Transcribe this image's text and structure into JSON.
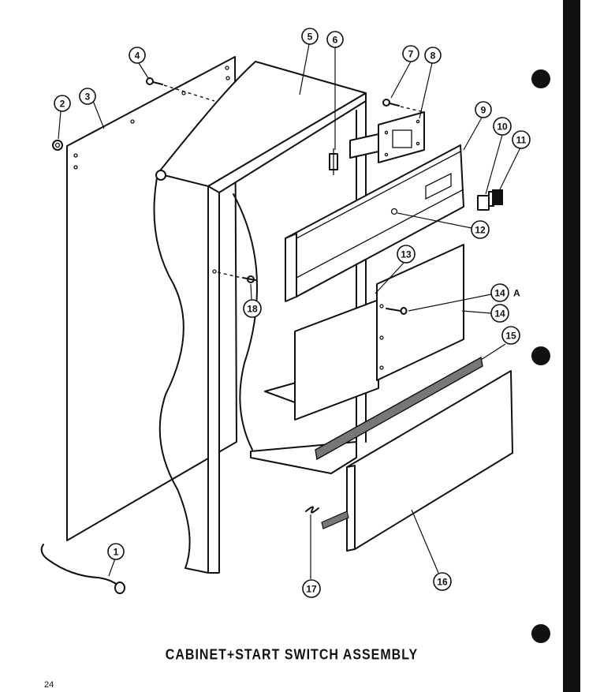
{
  "title": "CABINET+START SWITCH ASSEMBLY",
  "page_number": "24",
  "callouts": {
    "c1": "1",
    "c2": "2",
    "c3": "3",
    "c4": "4",
    "c5": "5",
    "c6": "6",
    "c7": "7",
    "c8": "8",
    "c9": "9",
    "c10": "10",
    "c11": "11",
    "c12": "12",
    "c13": "13",
    "c14a": "14",
    "c14a_suffix": "A",
    "c14b": "14",
    "c15": "15",
    "c16": "16",
    "c17": "17",
    "c18": "18"
  },
  "colors": {
    "ink": "#111111",
    "paper": "#ffffff"
  }
}
